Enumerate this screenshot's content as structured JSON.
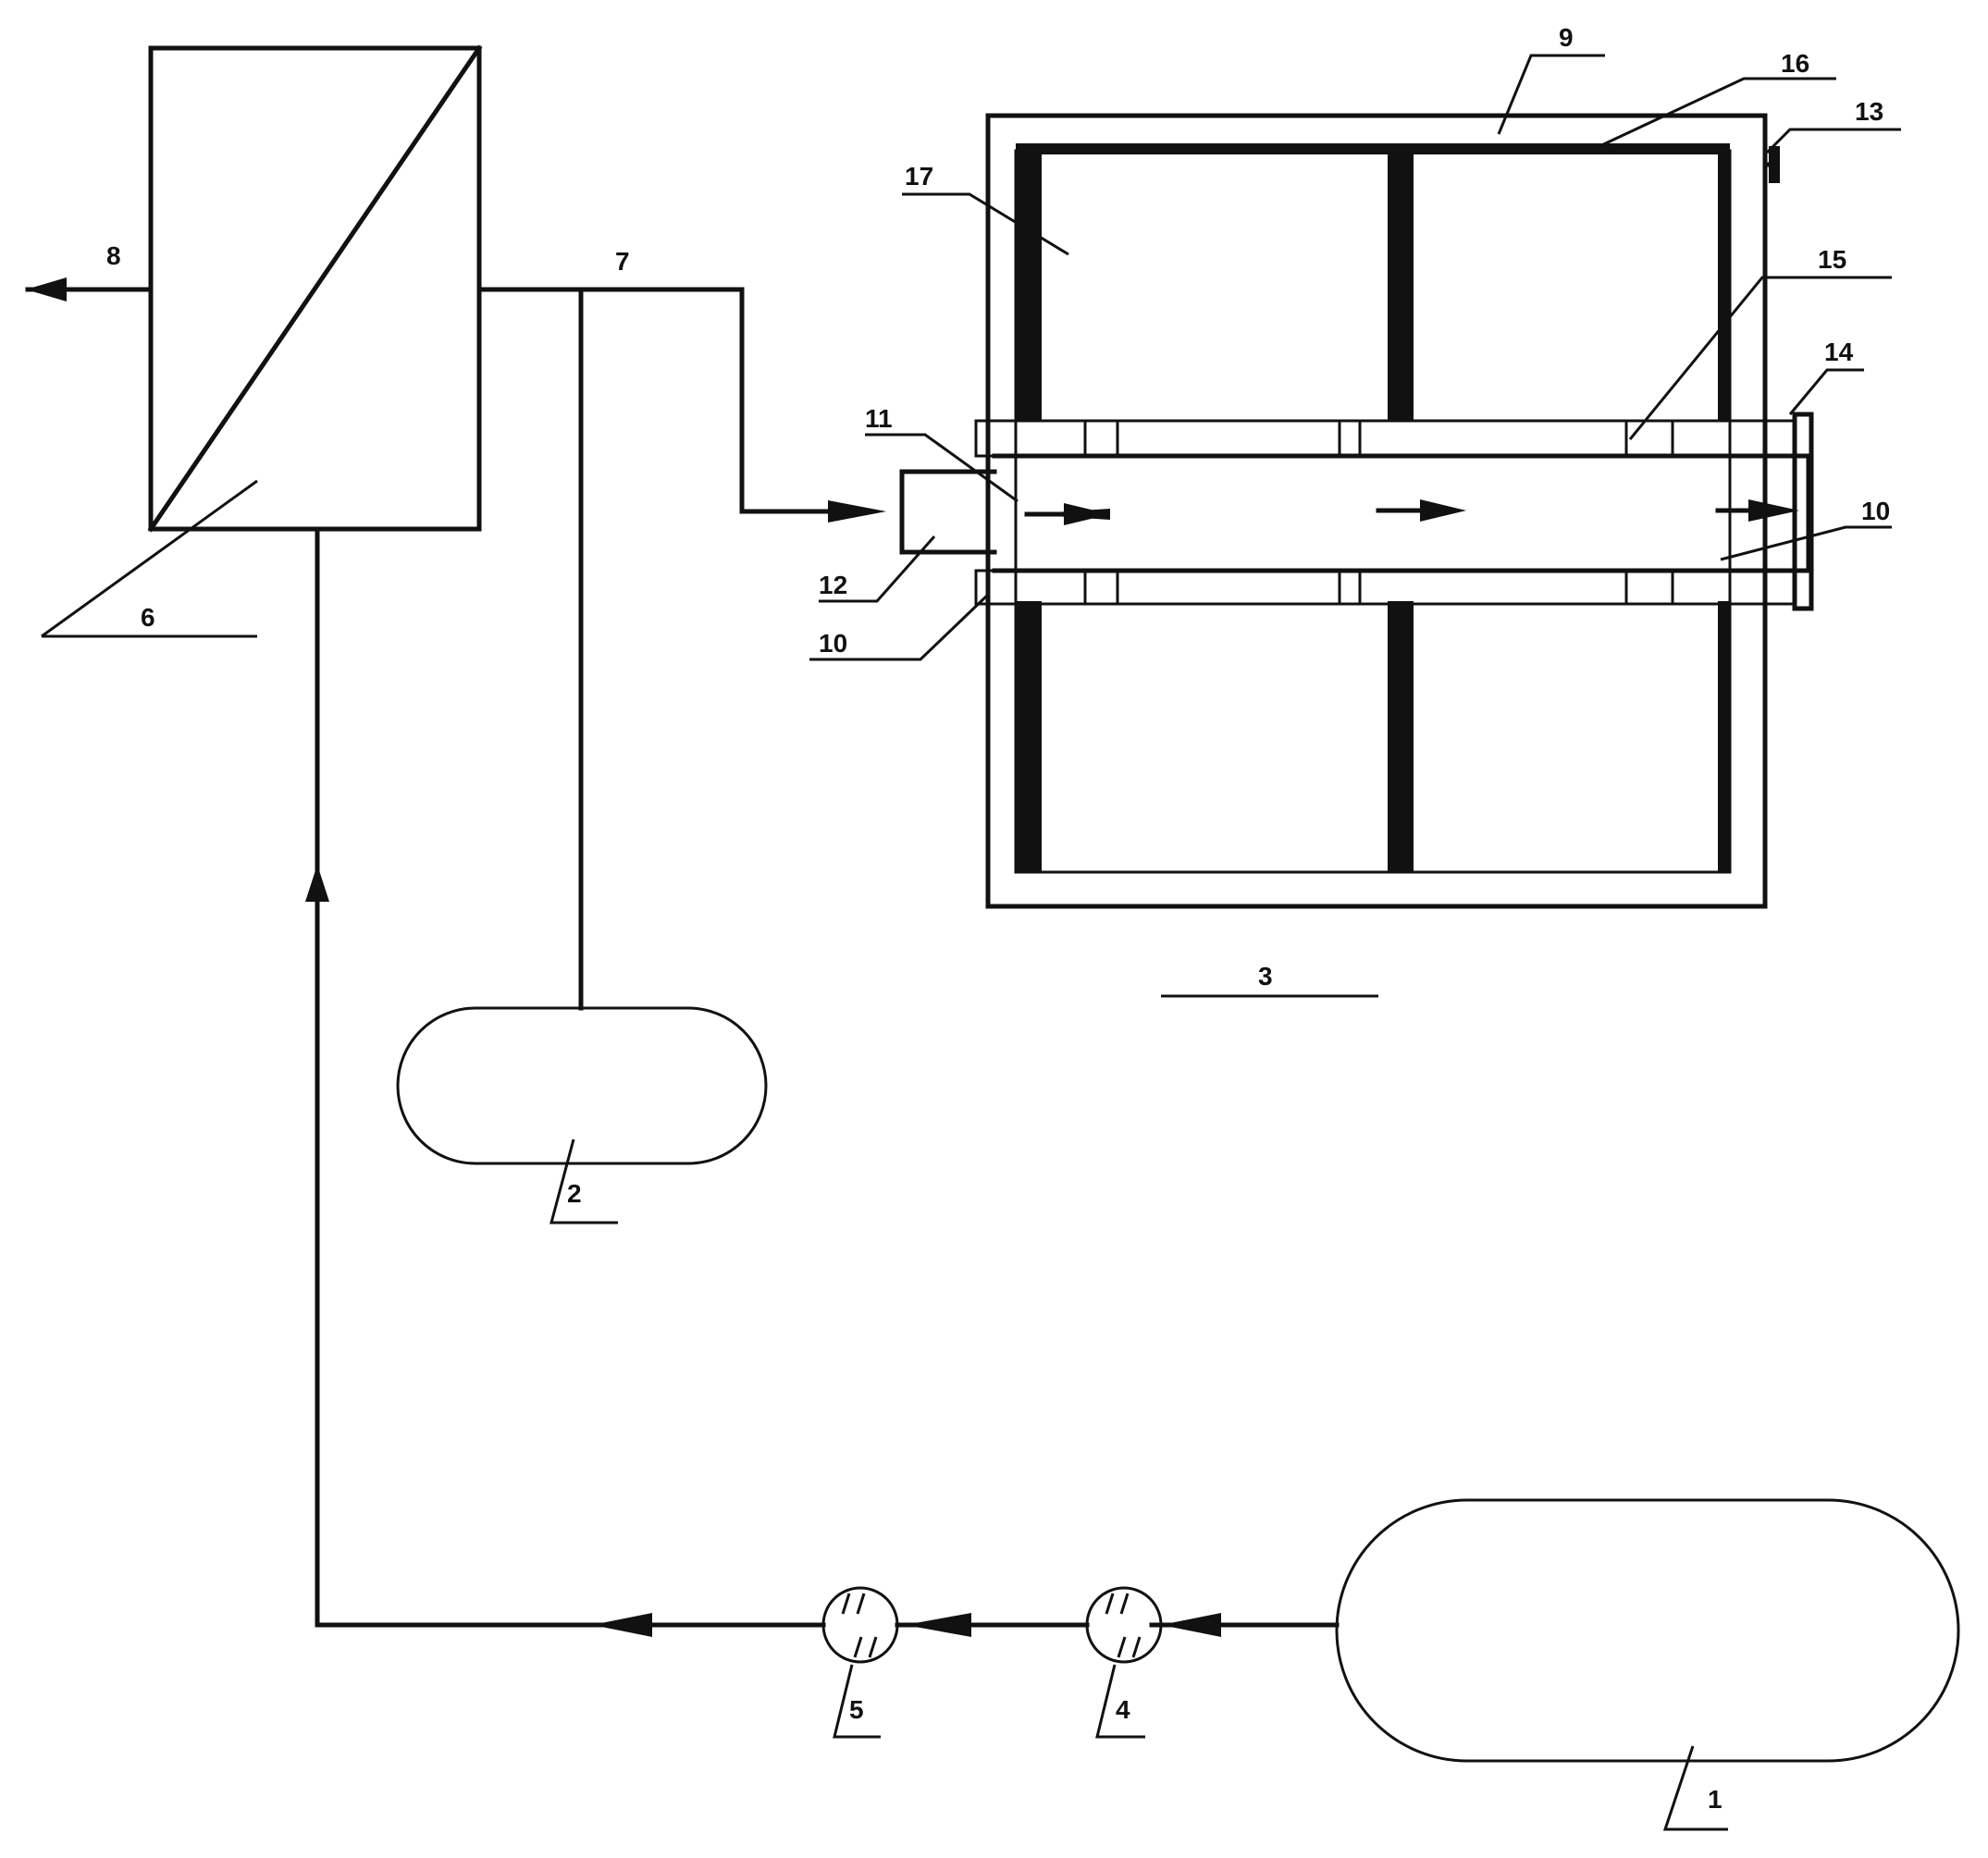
{
  "colors": {
    "ink": "#111111",
    "background": "#ffffff"
  },
  "labels": {
    "n1": "1",
    "n2": "2",
    "n3": "3",
    "n4": "4",
    "n5": "5",
    "n6": "6",
    "n7": "7",
    "n8": "8",
    "n9": "9",
    "n10a": "10",
    "n10b": "10",
    "n11": "11",
    "n12": "12",
    "n13": "13",
    "n14": "14",
    "n15": "15",
    "n16": "16",
    "n17": "17"
  }
}
